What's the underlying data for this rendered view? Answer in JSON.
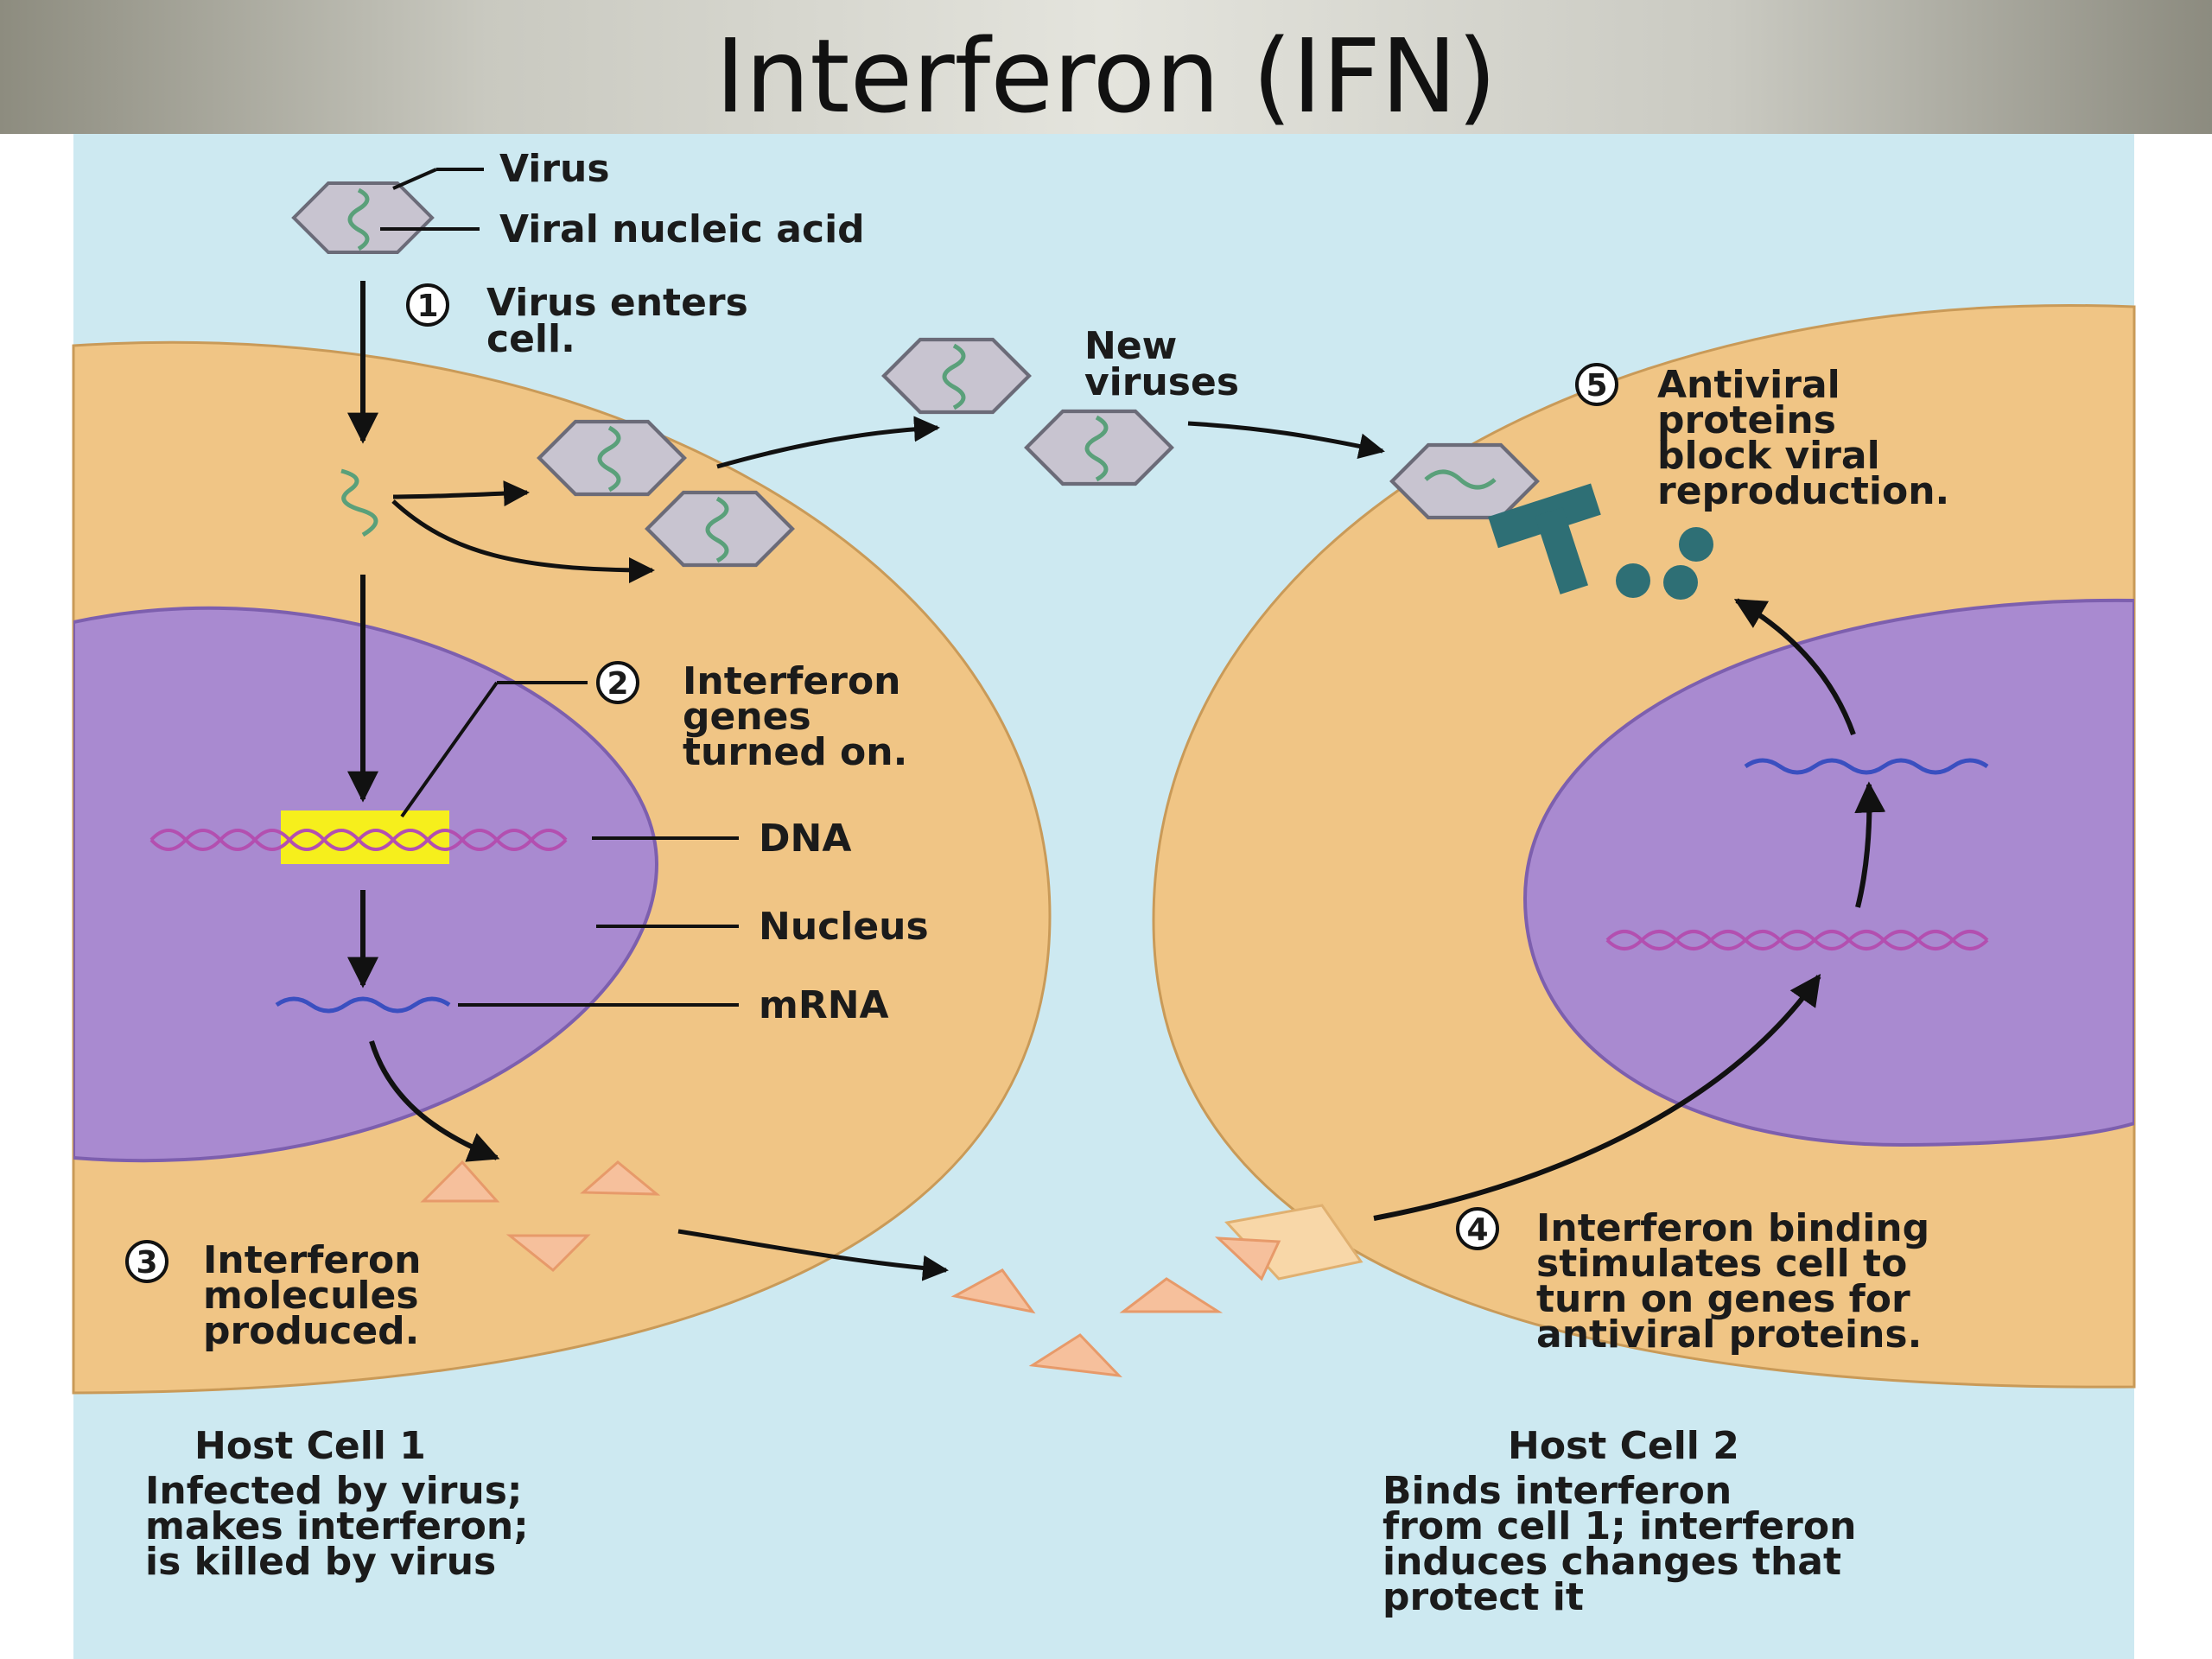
{
  "title": "Interferon (IFN)",
  "colors": {
    "background": "#cde9f1",
    "cell": "#f0c585",
    "nucleus": "#a98ad0",
    "virus": "#c8c4d0",
    "viral_nucleic_acid": "#5aa07a",
    "dna": "#b34fb0",
    "mrna": "#3a4fc0",
    "highlight": "#f6ef1c",
    "interferon": "#f6c09c",
    "antiviral_protein": "#2e6f75"
  },
  "labels": {
    "virus": "Virus",
    "viral_nucleic_acid": "Viral nucleic acid",
    "new_viruses": [
      "New",
      "viruses"
    ],
    "dna": "DNA",
    "nucleus": "Nucleus",
    "mrna": "mRNA"
  },
  "steps": [
    {
      "number": "1",
      "lines": [
        "Virus enters",
        "cell."
      ]
    },
    {
      "number": "2",
      "lines": [
        "Interferon",
        "genes",
        "turned on."
      ]
    },
    {
      "number": "3",
      "lines": [
        "Interferon",
        "molecules",
        "produced."
      ]
    },
    {
      "number": "4",
      "lines": [
        "Interferon binding",
        "stimulates cell to",
        "turn on genes for",
        "antiviral proteins."
      ]
    },
    {
      "number": "5",
      "lines": [
        "Antiviral",
        "proteins",
        "block viral",
        "reproduction."
      ]
    }
  ],
  "host_cells": [
    {
      "title": "Host Cell 1",
      "lines": [
        "Infected by virus;",
        "makes interferon;",
        "is killed by virus"
      ]
    },
    {
      "title": "Host Cell 2",
      "lines": [
        "Binds interferon",
        "from cell 1; interferon",
        "induces changes that",
        "protect it"
      ]
    }
  ]
}
